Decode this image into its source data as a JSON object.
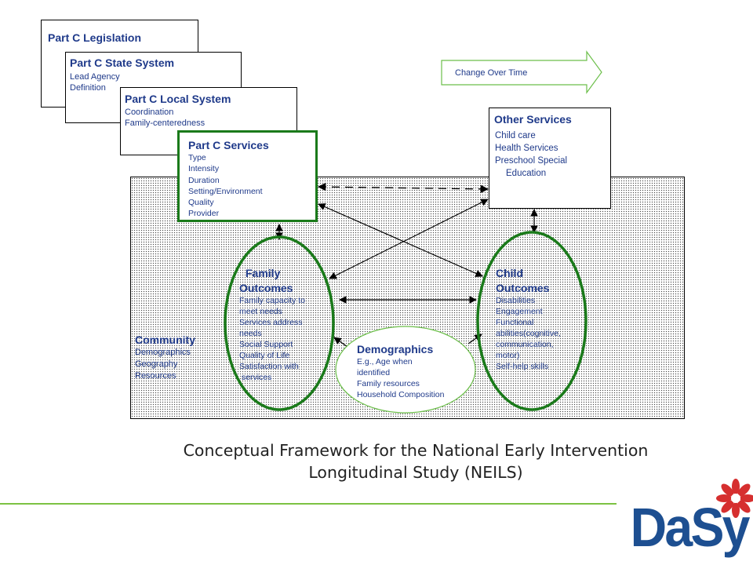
{
  "legislation": {
    "title": "Part C Legislation"
  },
  "state_system": {
    "title": "Part C State System",
    "items": [
      "Lead Agency",
      "Definition"
    ]
  },
  "local_system": {
    "title": "Part C Local System",
    "items": [
      "Coordination",
      "Family-centeredness"
    ]
  },
  "services": {
    "title": "Part C Services",
    "items": [
      "Type",
      "Intensity",
      "Duration",
      "Setting/Environment",
      "Quality",
      "Provider"
    ]
  },
  "change_over_time": "Change Over Time",
  "other_services": {
    "title": "Other Services",
    "items": [
      "Child care",
      "Health Services",
      "Preschool Special",
      "Education"
    ]
  },
  "family_outcomes": {
    "title_1": "Family",
    "title_2": "Outcomes",
    "items": [
      "Family capacity to",
      "meet needs",
      "Services address",
      "needs",
      "Social Support",
      "Quality of Life",
      "Satisfaction with",
      " services"
    ]
  },
  "child_outcomes": {
    "title_1": "Child",
    "title_2": "Outcomes",
    "items": [
      "Disabilities",
      "Engagement",
      "Functional",
      "abilities(cognitive,",
      "communication,",
      "motor)",
      "Self-help skills"
    ]
  },
  "community": {
    "title": "Community",
    "items": [
      "Demographics",
      "Geography",
      "Resources"
    ]
  },
  "demographics": {
    "title": "Demographics",
    "items": [
      "E.g., Age when",
      "identified",
      "Family resources",
      "Household Composition"
    ]
  },
  "caption": {
    "line1": "Conceptual Framework for the National Early Intervention",
    "line2": "Longitudinal Study (NEILS)"
  },
  "logo": {
    "text": "DaSy"
  },
  "colors": {
    "green_border": "#1a7a1a",
    "text_blue": "#1f3a8a",
    "logo_blue": "#1d4f91",
    "logo_red": "#d62f2f",
    "rule_green": "#7cc242"
  }
}
